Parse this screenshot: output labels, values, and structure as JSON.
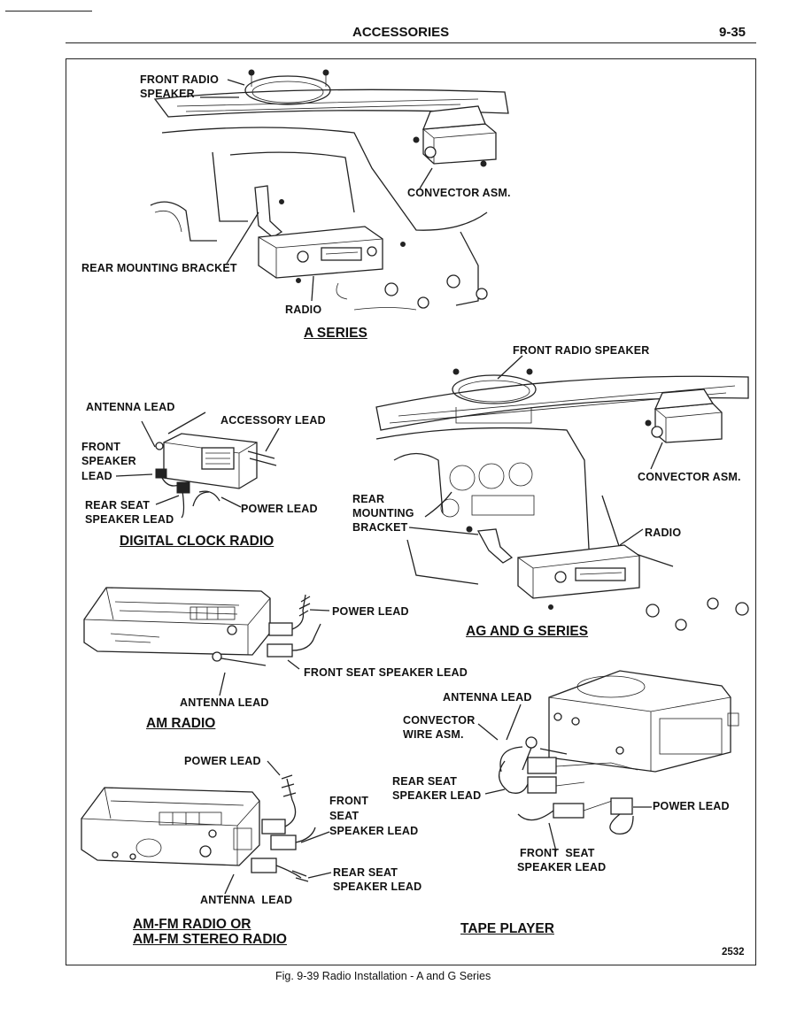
{
  "header": {
    "section_title": "ACCESSORIES",
    "page_number": "9-35"
  },
  "figure": {
    "ref_number": "2532",
    "caption": "Fig. 9-39 Radio Installation - A and G Series",
    "a_series": {
      "front_radio_speaker": [
        "FRONT RADIO",
        "SPEAKER"
      ],
      "convector_asm": "CONVECTOR ASM.",
      "rear_mounting_bracket": "REAR MOUNTING BRACKET",
      "radio": "RADIO",
      "title": "A SERIES"
    },
    "digital_clock_radio": {
      "antenna_lead": "ANTENNA LEAD",
      "accessory_lead": "ACCESSORY LEAD",
      "front_speaker_lead": [
        "FRONT",
        "SPEAKER",
        "LEAD"
      ],
      "rear_seat_speaker_lead": [
        "REAR SEAT",
        "SPEAKER LEAD"
      ],
      "power_lead": "POWER LEAD",
      "title": "DIGITAL CLOCK RADIO"
    },
    "ag_g_series": {
      "front_radio_speaker": "FRONT RADIO SPEAKER",
      "convector_asm": "CONVECTOR ASM.",
      "rear_mounting_bracket": [
        "REAR",
        "MOUNTING",
        "BRACKET"
      ],
      "radio": "RADIO",
      "title": "AG AND G SERIES"
    },
    "am_radio": {
      "power_lead": "POWER LEAD",
      "front_seat_speaker_lead": "FRONT SEAT SPEAKER LEAD",
      "antenna_lead": "ANTENNA LEAD",
      "title": "AM RADIO"
    },
    "tape_player": {
      "antenna_lead": "ANTENNA LEAD",
      "convector_wire_asm": [
        "CONVECTOR",
        "WIRE ASM."
      ],
      "rear_seat_speaker_lead": [
        "REAR SEAT",
        "SPEAKER LEAD"
      ],
      "power_lead": "POWER LEAD",
      "front_seat_speaker_lead": [
        "FRONT  SEAT",
        "SPEAKER LEAD"
      ],
      "title": "TAPE PLAYER"
    },
    "am_fm_radio": {
      "power_lead": "POWER LEAD",
      "front_seat_speaker_lead": [
        "FRONT",
        "SEAT",
        "SPEAKER LEAD"
      ],
      "rear_seat_speaker_lead": [
        "REAR SEAT",
        "SPEAKER LEAD"
      ],
      "antenna_lead": "ANTENNA  LEAD",
      "title": [
        "AM-FM RADIO OR",
        "AM-FM STEREO RADIO"
      ]
    }
  }
}
